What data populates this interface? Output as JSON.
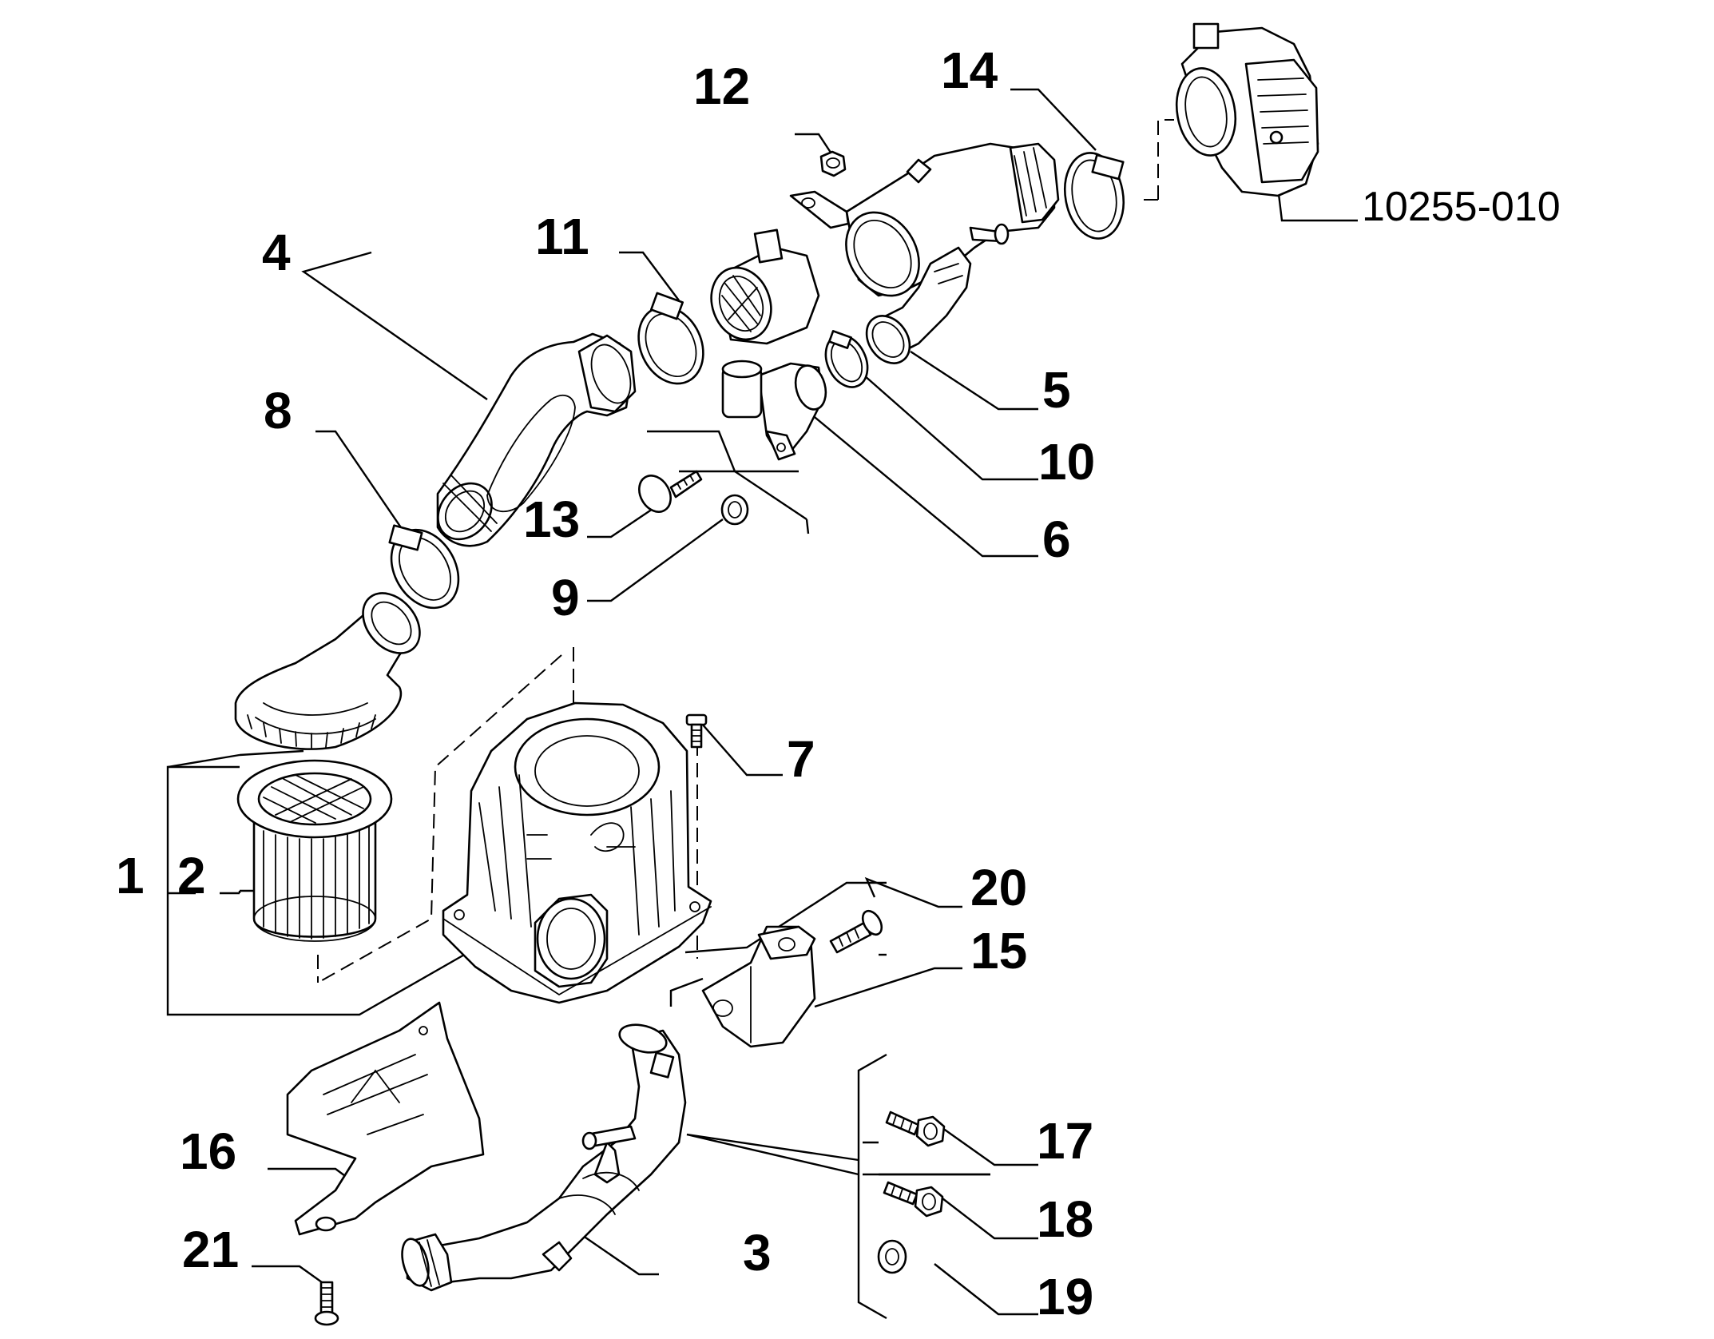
{
  "diagram": {
    "labels": {
      "l1": "1",
      "l2": "2",
      "l3": "3",
      "l4": "4",
      "l5": "5",
      "l6": "6",
      "l7": "7",
      "l8": "8",
      "l9": "9",
      "l10": "10",
      "l11": "11",
      "l12": "12",
      "l13": "13",
      "l14": "14",
      "l15": "15",
      "l16": "16",
      "l17": "17",
      "l18": "18",
      "l19": "19",
      "l20": "20",
      "l21": "21",
      "ref": "10255-010"
    },
    "icons": [
      "air-filter-housing",
      "filter-element",
      "air-duct",
      "hose-clamp",
      "air-flow-meter",
      "throttle-body",
      "bracket",
      "heat-shield",
      "bolt",
      "washer",
      "nut"
    ]
  }
}
